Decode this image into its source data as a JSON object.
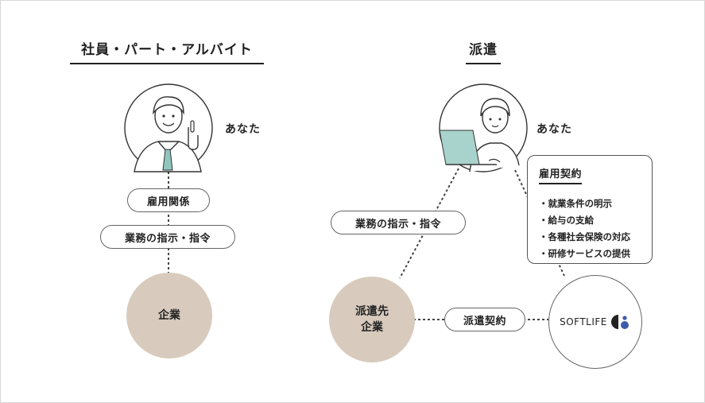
{
  "left": {
    "heading": "社員・パート・アルバイト",
    "you_label": "あなた",
    "relation_pill": "雇用関係",
    "instruction_pill": "業務の指示・指令",
    "company": "企業"
  },
  "right": {
    "heading": "派遣",
    "you_label": "あなた",
    "instruction_pill": "業務の指示・指令",
    "dispatch_company_line1": "派遣先",
    "dispatch_company_line2": "企業",
    "contract_pill": "派遣契約",
    "employment_contract": {
      "title": "雇用契約",
      "items": [
        "就業条件の明示",
        "給与の支給",
        "各種社会保険の対応",
        "研修サービスの提供"
      ]
    },
    "logo_text": "SOFTLIFE"
  },
  "colors": {
    "beige": "#d8cbbd",
    "laptop": "#a8d3cc",
    "tie": "#8fc7bd",
    "logo_blue": "#3b5bab"
  }
}
